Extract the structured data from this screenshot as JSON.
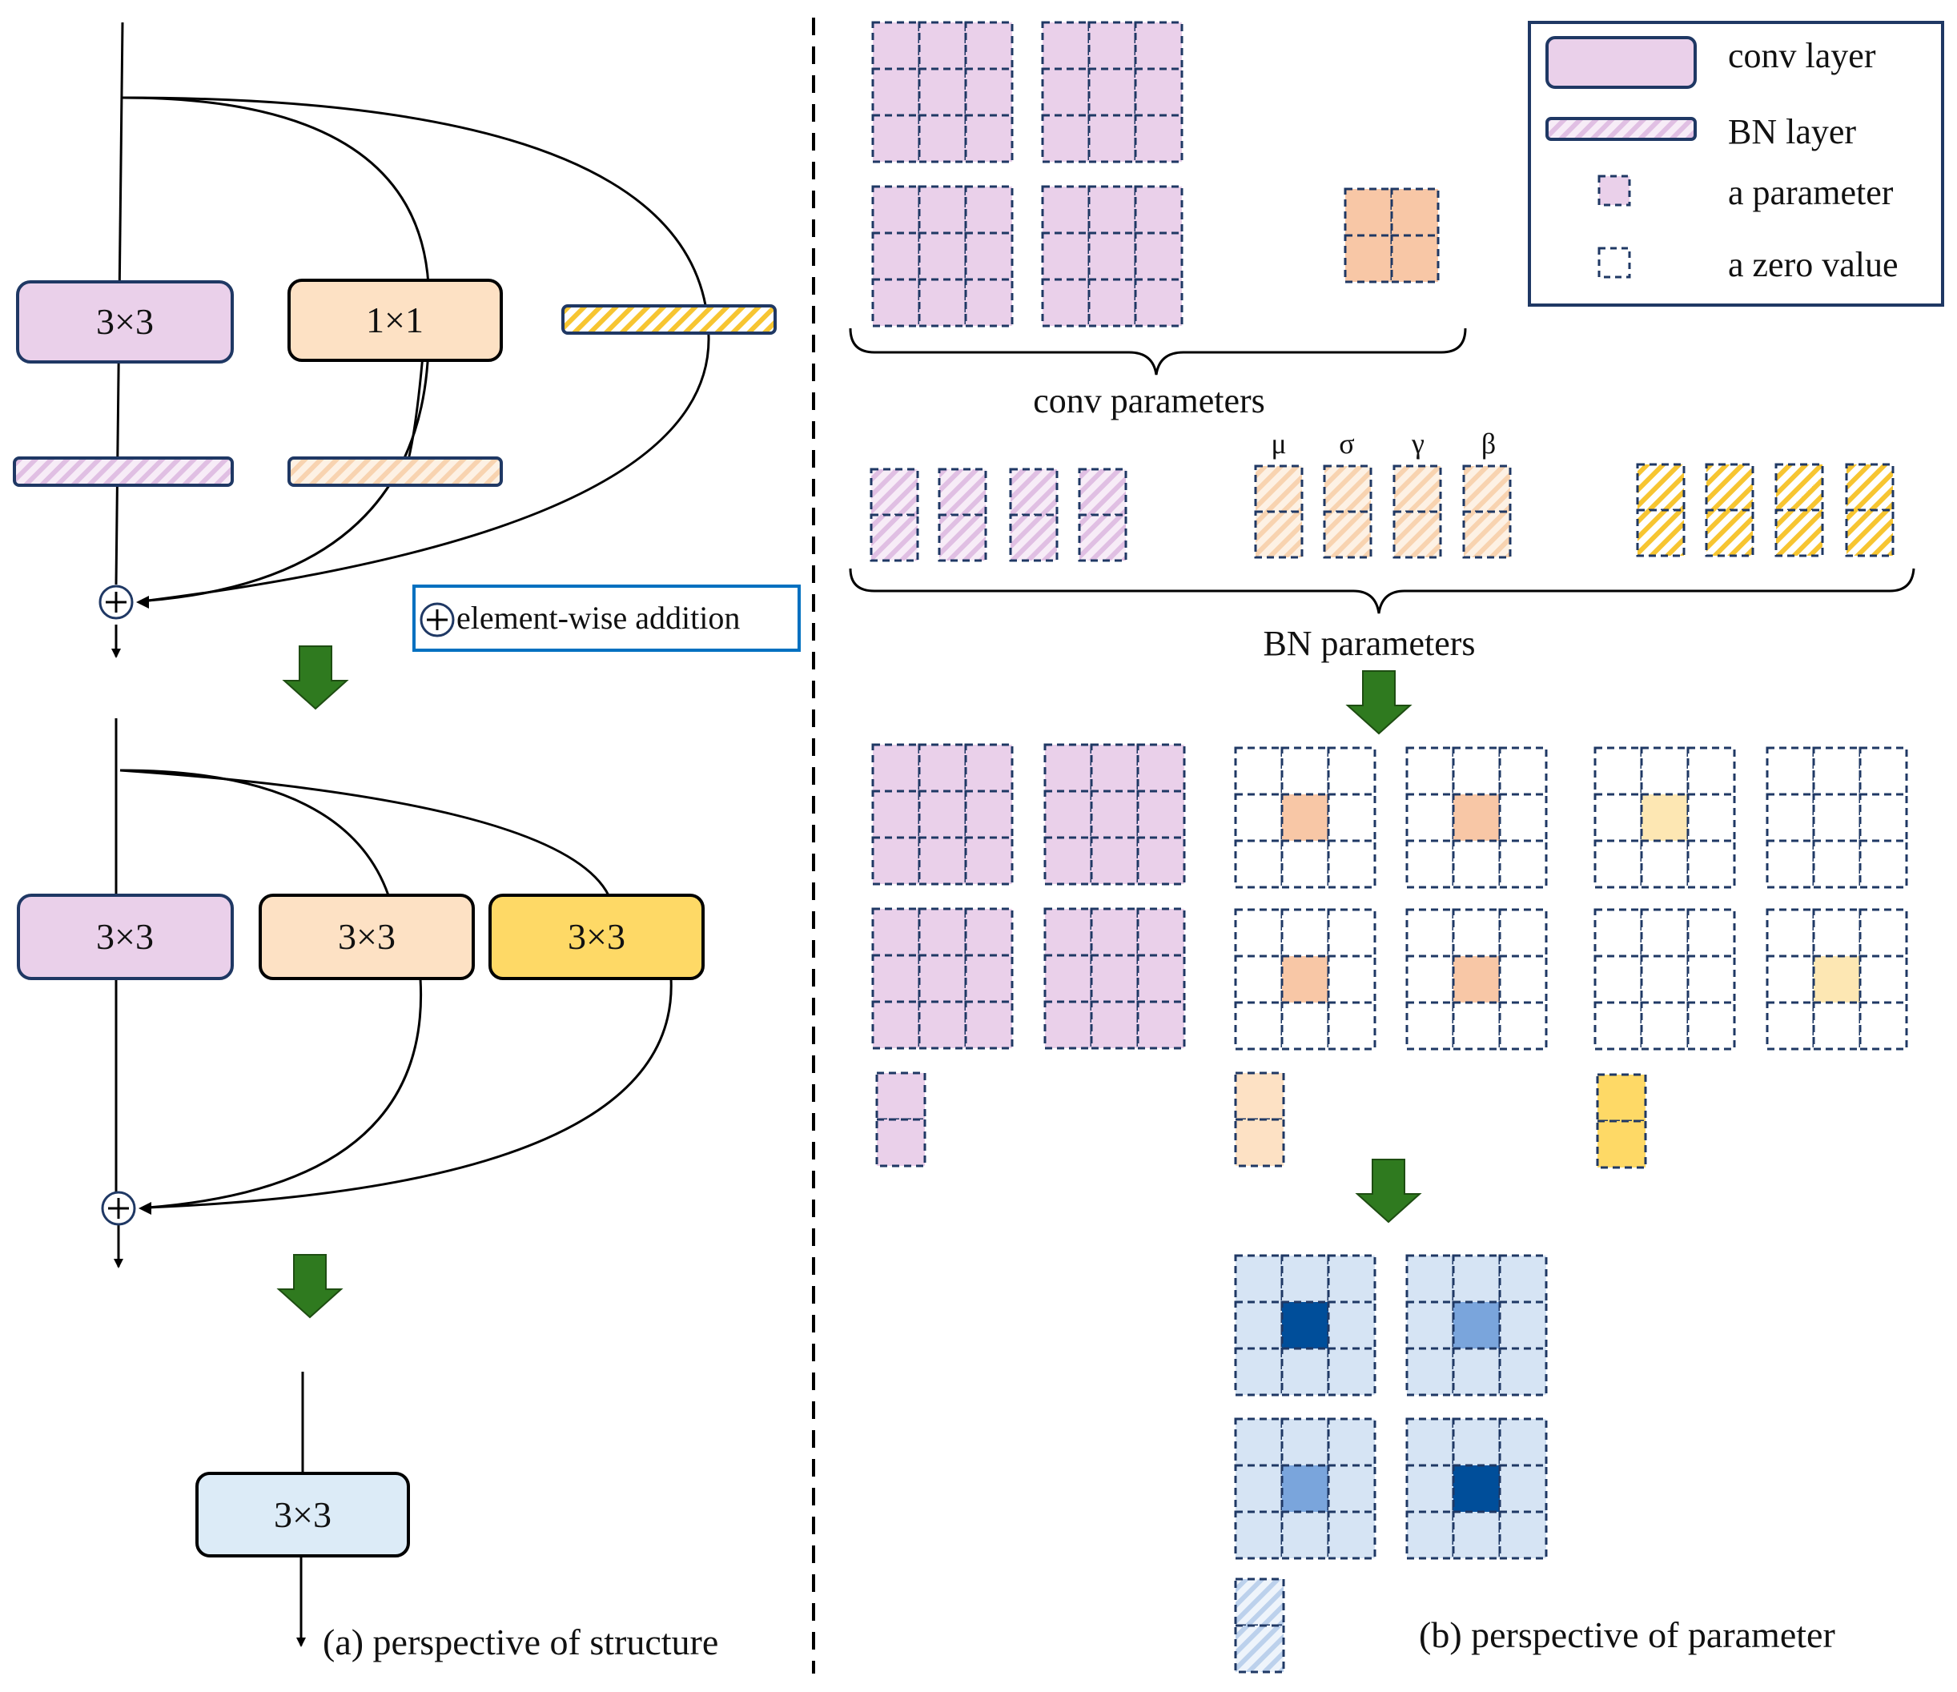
{
  "left_panel": {
    "stage1": {
      "conv3": "3×3",
      "conv1": "1×1"
    },
    "stage2": {
      "conv_a": "3×3",
      "conv_b": "3×3",
      "conv_c": "3×3"
    },
    "stage3": {
      "conv": "3×3"
    },
    "addition_note": "element-wise addition",
    "caption": "(a) perspective of structure"
  },
  "right_panel": {
    "conv_params_label": "conv parameters",
    "bn_params_label": "BN parameters",
    "bn_symbols": [
      "μ",
      "σ",
      "γ",
      "β"
    ],
    "caption": "(b) perspective of parameter"
  },
  "legend": {
    "items": [
      {
        "label": "conv layer"
      },
      {
        "label": "BN layer"
      },
      {
        "label": "a parameter"
      },
      {
        "label": "a zero value"
      }
    ]
  },
  "colors": {
    "conv_purple": "#ead0ea",
    "orange_light": "#fde1c4",
    "orange_mid": "#f8c7a6",
    "yellow": "#fed966",
    "yellow_light": "#fde7b3",
    "blue_light": "#d6e4f4",
    "blue_box": "#dcebf7",
    "blue_mid": "#7aa5dc",
    "blue_dark": "#004e9a",
    "green_arrow": "#2f7a1f",
    "navy_border": "#1f3864"
  }
}
